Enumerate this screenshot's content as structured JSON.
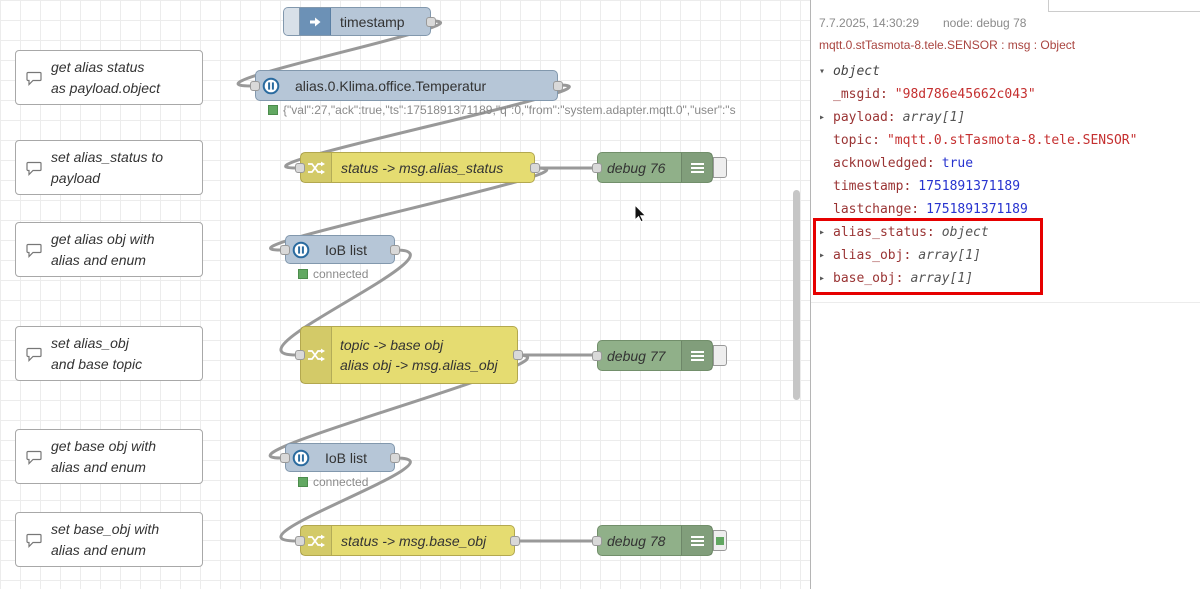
{
  "canvas": {
    "comments": [
      {
        "line1": "get alias status",
        "line2": "as payload.object"
      },
      {
        "line1": "set alias_status to",
        "line2": "payload"
      },
      {
        "line1": "get alias obj with",
        "line2": "alias and enum"
      },
      {
        "line1": "set alias_obj",
        "line2": "and base topic"
      },
      {
        "line1": "get base obj with",
        "line2": "alias and enum"
      },
      {
        "line1": "set base_obj with",
        "line2": "alias and enum"
      }
    ],
    "inject": {
      "label": "timestamp"
    },
    "iob_in": {
      "label": "alias.0.Klima.office.Temperatur",
      "status": "{\"val\":27,\"ack\":true,\"ts\":1751891371189,\"q\":0,\"from\":\"system.adapter.mqtt.0\",\"user\":\"s"
    },
    "change1": {
      "label": "status -> msg.alias_status"
    },
    "debug76": {
      "label": "debug 76"
    },
    "ioblist1": {
      "label": "IoB list",
      "status": "connected"
    },
    "change2": {
      "line1": "topic -> base obj",
      "line2": "alias obj -> msg.alias_obj"
    },
    "debug77": {
      "label": "debug 77"
    },
    "ioblist2": {
      "label": "IoB list",
      "status": "connected"
    },
    "change3": {
      "label": "status -> msg.base_obj"
    },
    "debug78": {
      "label": "debug 78"
    }
  },
  "sidebar": {
    "meta_time": "7.7.2025, 14:30:29",
    "meta_node": "node: debug 78",
    "topic": "mqtt.0.stTasmota-8.tele.SENSOR : msg : Object",
    "tree": [
      {
        "caret": "▾",
        "key": "",
        "value": "object"
      },
      {
        "caret": "",
        "key": "_msgid:",
        "value": "\"98d786e45662c043\""
      },
      {
        "caret": "▸",
        "key": "payload:",
        "value": "array[1]"
      },
      {
        "caret": "",
        "key": "topic:",
        "value": "\"mqtt.0.stTasmota-8.tele.SENSOR\""
      },
      {
        "caret": "",
        "key": "acknowledged:",
        "value": "true"
      },
      {
        "caret": "",
        "key": "timestamp:",
        "value": "1751891371189"
      },
      {
        "caret": "",
        "key": "lastchange:",
        "value": "1751891371189"
      },
      {
        "caret": "▸",
        "key": "alias_status:",
        "value": "object"
      },
      {
        "caret": "▸",
        "key": "alias_obj:",
        "value": "array[1]"
      },
      {
        "caret": "▸",
        "key": "base_obj:",
        "value": "array[1]"
      }
    ],
    "colors": {
      "highlight": "#e60000",
      "string_value": "#c53030",
      "number_value": "#2733cf",
      "key": "#9a3434"
    }
  },
  "palette": {
    "inject_node": "#b6c6d7",
    "change_node": "#e5dc71",
    "debug_node": "#90b089",
    "status_ok": "#62a862",
    "wire": "#999999"
  },
  "icons": {
    "inject": "arrow-right-icon",
    "iobroker": "circle-pause-icon",
    "change": "shuffle-icon",
    "debug": "list-icon",
    "comment": "speech-bubble-icon"
  }
}
